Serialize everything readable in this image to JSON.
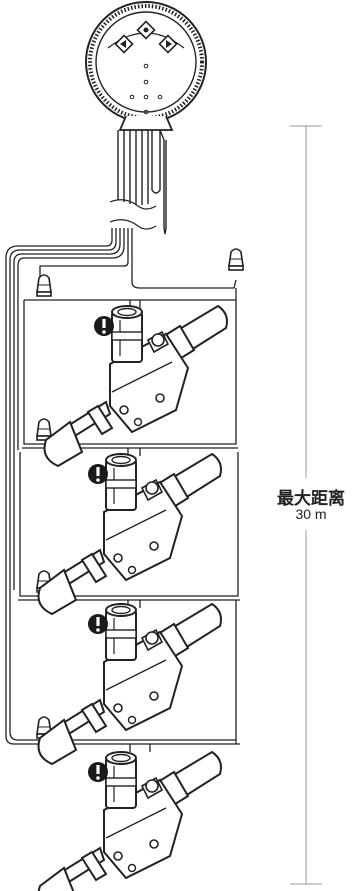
{
  "diagram": {
    "max_distance_label": "最大距离",
    "max_distance_value": "30 m",
    "valve_count": 4,
    "connector_count": 5
  },
  "icons": {
    "controller": "hub-controller-icon",
    "valve": "solenoid-valve-icon",
    "connector": "wire-connector-icon",
    "warning": "warning-icon",
    "dimension": "dimension-line-icon"
  },
  "colors": {
    "line": "#222222",
    "dimension": "#999999",
    "background": "#ffffff"
  }
}
